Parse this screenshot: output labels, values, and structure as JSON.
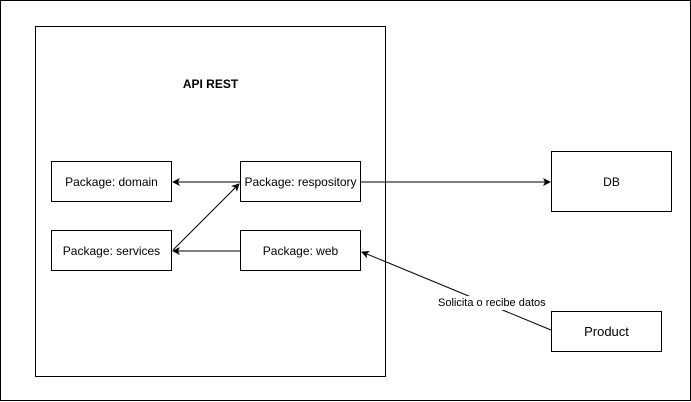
{
  "diagram": {
    "container": {
      "title": "API REST"
    },
    "nodes": {
      "domain": "Package: domain",
      "services": "Package: services",
      "repository": "Package: respository",
      "web": "Package: web",
      "db": "DB",
      "product": "Product"
    },
    "edges": [
      {
        "from": "repository",
        "to": "domain",
        "label": ""
      },
      {
        "from": "services",
        "to": "repository",
        "label": ""
      },
      {
        "from": "web",
        "to": "services",
        "label": ""
      },
      {
        "from": "repository",
        "to": "db",
        "label": ""
      },
      {
        "from": "product",
        "to": "web",
        "label": "Solicita o recibe datos"
      }
    ]
  }
}
